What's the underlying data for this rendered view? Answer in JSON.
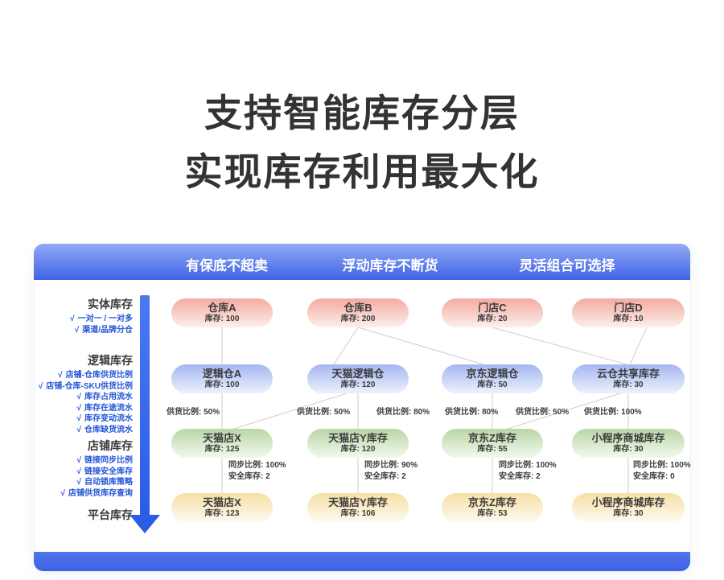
{
  "colors": {
    "title_text": "#333333",
    "header_gradient_top": "#93aaf4",
    "header_gradient_bottom": "#3f63e6",
    "footer_blue": "#4467e2",
    "arrow_blue": "#2b5ce6",
    "sidebar_item_blue": "#2355d8",
    "physical_node_pink": "#f4aaa1",
    "logical_node_blue": "#a5b6f0",
    "shop_node_green": "#b9d6a6",
    "platform_node_yellow": "#f6e0a4",
    "connector_gray": "#cdcdcd"
  },
  "title": {
    "line1": "支持智能库存分层",
    "line2": "实现库存利用最大化"
  },
  "banner": {
    "items": [
      "有保底不超卖",
      "浮动库存不断货",
      "灵活组合可选择"
    ]
  },
  "sidebar": {
    "check_glyph": "√",
    "sections": [
      {
        "title": "实体库存",
        "items": [
          "一对一 / 一对多",
          "渠道/品牌分仓"
        ]
      },
      {
        "title": "逻辑库存",
        "items": [
          "店铺-仓库供货比例",
          "店铺-仓库-SKU供货比例",
          "库存占用流水",
          "库存在途流水",
          "库存变动流水",
          "仓库缺货流水"
        ]
      },
      {
        "title": "店铺库存",
        "items": [
          "链接同步比例",
          "链接安全库存",
          "自动锁库策略",
          "店铺供货库存查询"
        ]
      },
      {
        "title": "平台库存",
        "items": []
      }
    ]
  },
  "diagram": {
    "layers": [
      {
        "name": "physical",
        "nodes": [
          {
            "title": "仓库A",
            "stock": "库存: 100"
          },
          {
            "title": "仓库B",
            "stock": "库存: 200"
          },
          {
            "title": "门店C",
            "stock": "库存: 20"
          },
          {
            "title": "门店D",
            "stock": "库存: 10"
          }
        ]
      },
      {
        "name": "logical",
        "nodes": [
          {
            "title": "逻辑仓A",
            "stock": "库存: 100"
          },
          {
            "title": "天猫逻辑仓",
            "stock": "库存: 120"
          },
          {
            "title": "京东逻辑仓",
            "stock": "库存: 50"
          },
          {
            "title": "云仓共享库存",
            "stock": "库存: 30"
          }
        ]
      },
      {
        "name": "shop",
        "nodes": [
          {
            "title": "天猫店X",
            "stock": "库存: 125"
          },
          {
            "title": "天猫店Y库存",
            "stock": "库存: 120"
          },
          {
            "title": "京东Z库存",
            "stock": "库存: 55"
          },
          {
            "title": "小程序商城库存",
            "stock": "库存: 30"
          }
        ]
      },
      {
        "name": "platform",
        "nodes": [
          {
            "title": "天猫店X",
            "stock": "库存: 123"
          },
          {
            "title": "天猫店Y库存",
            "stock": "库存: 106"
          },
          {
            "title": "京东Z库存",
            "stock": "库存: 53"
          },
          {
            "title": "小程序商城库存",
            "stock": "库存: 30"
          }
        ]
      }
    ],
    "supply_labels": [
      "供货比例: 50%",
      "供货比例: 50%",
      "供货比例: 80%",
      "供货比例: 80%",
      "供货比例: 50%",
      "供货比例: 100%"
    ],
    "sync_labels": [
      {
        "line1": "同步比例: 100%",
        "line2": "安全库存: 2"
      },
      {
        "line1": "同步比例: 90%",
        "line2": "安全库存: 2"
      },
      {
        "line1": "同步比例: 100%",
        "line2": "安全库存: 2"
      },
      {
        "line1": "同步比例: 100%",
        "line2": "安全库存: 0"
      }
    ],
    "edges": {
      "physical_to_logical": [
        "仓库A→逻辑仓A",
        "仓库B→天猫逻辑仓",
        "仓库B→京东逻辑仓",
        "门店C→云仓共享库存",
        "门店D→云仓共享库存"
      ],
      "logical_to_shop": [
        "逻辑仓A→天猫店X",
        "天猫逻辑仓→天猫店X",
        "天猫逻辑仓→天猫店Y库存",
        "京东逻辑仓→京东Z库存",
        "云仓共享库存→京东Z库存",
        "云仓共享库存→小程序商城库存"
      ],
      "shop_to_platform": [
        "天猫店X→天猫店X",
        "天猫店Y库存→天猫店Y库存",
        "京东Z库存→京东Z库存",
        "小程序商城库存→小程序商城库存"
      ]
    }
  }
}
